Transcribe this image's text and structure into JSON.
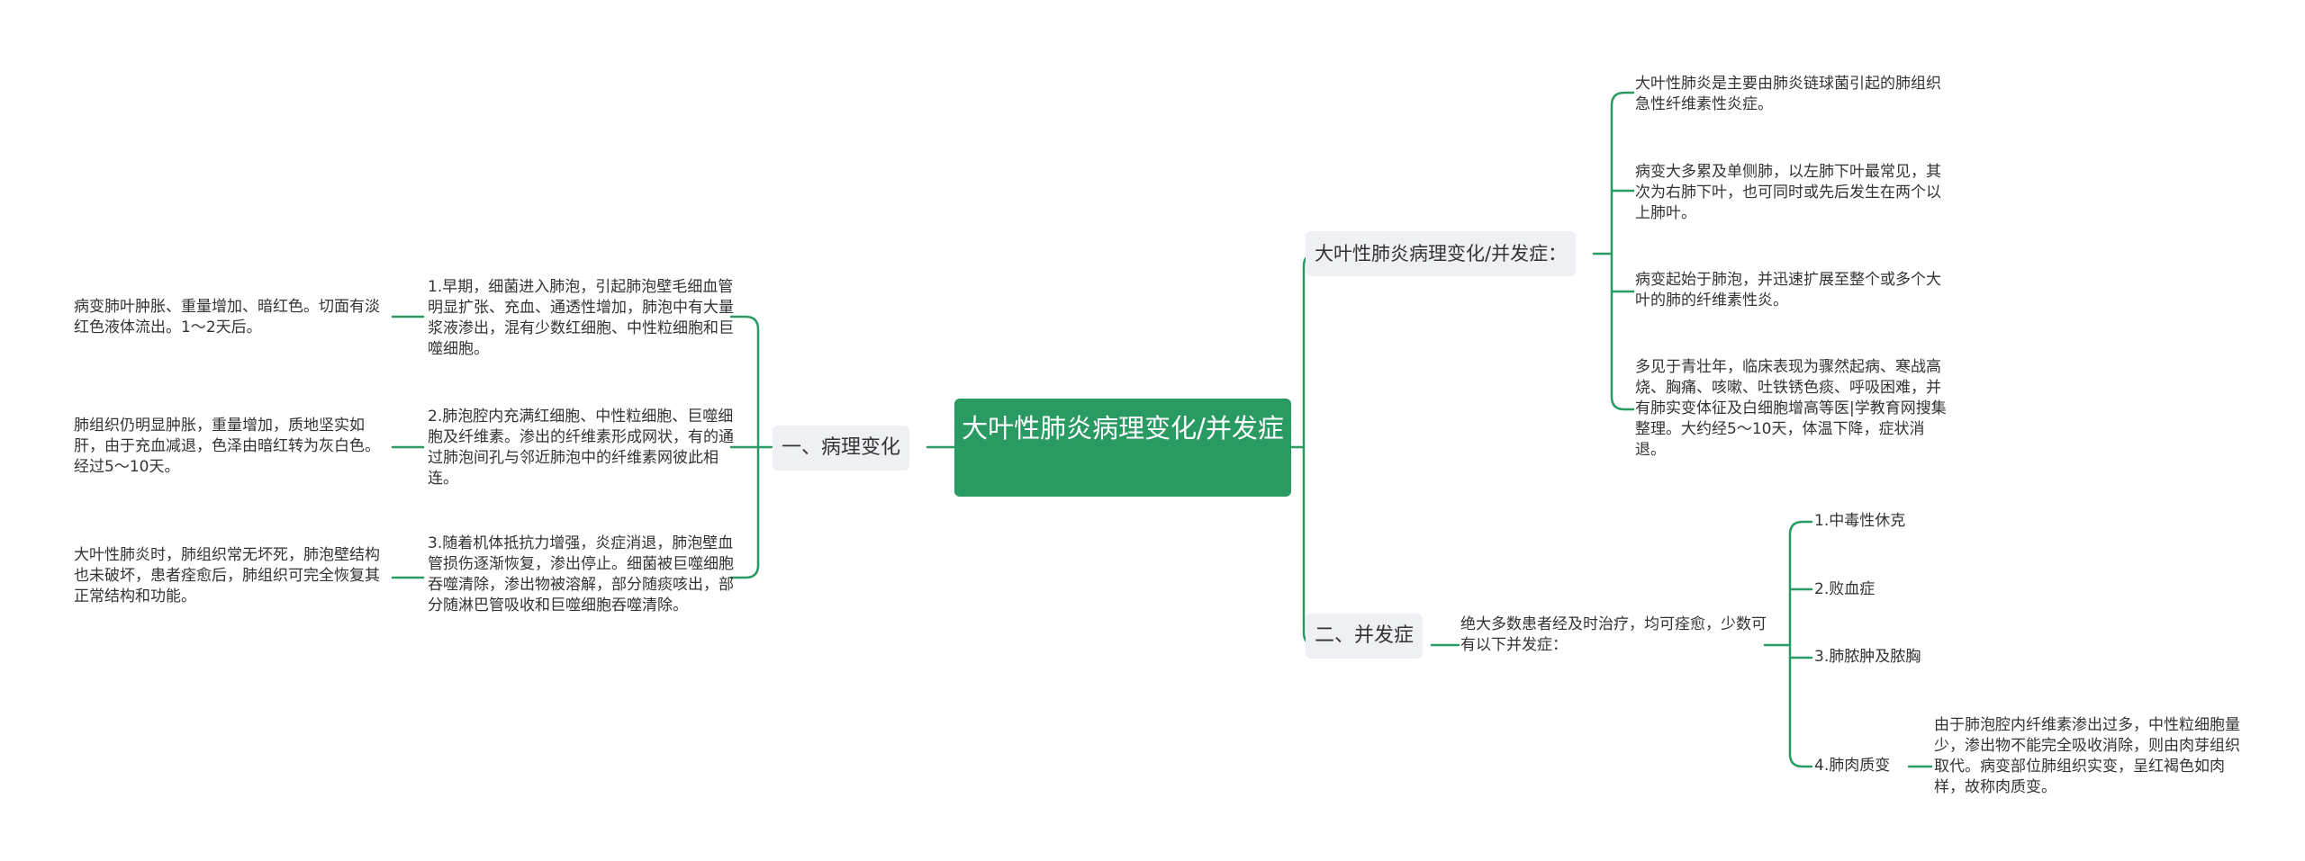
{
  "root": {
    "title": "大叶性肺炎病理变化/并发症"
  },
  "left_branch": {
    "label": "一、病理变化",
    "stages": [
      {
        "text": "1.早期，细菌进入肺泡，引起肺泡壁毛细血管明显扩张、充血、通透性增加，肺泡中有大量浆液渗出，混有少数红细胞、中性粒细胞和巨噬细胞。",
        "detail": "病变肺叶肿胀、重量增加、暗红色。切面有淡红色液体流出。1～2天后。"
      },
      {
        "text": "2.肺泡腔内充满红细胞、中性粒细胞、巨噬细胞及纤维素。渗出的纤维素形成网状，有的通过肺泡间孔与邻近肺泡中的纤维素网彼此相连。",
        "detail": "肺组织仍明显肿胀，重量增加，质地坚实如肝，由于充血减退，色泽由暗红转为灰白色。经过5～10天。"
      },
      {
        "text": "3.随着机体抵抗力增强，炎症消退，肺泡壁血管损伤逐渐恢复，渗出停止。细菌被巨噬细胞吞噬清除，渗出物被溶解，部分随痰咳出，部分随淋巴管吸收和巨噬细胞吞噬清除。",
        "detail": "大叶性肺炎时，肺组织常无坏死，肺泡壁结构也未破坏，患者痊愈后，肺组织可完全恢复其正常结构和功能。"
      }
    ]
  },
  "right_branch_1": {
    "label": "大叶性肺炎病理变化/并发症：",
    "items": [
      "大叶性肺炎是主要由肺炎链球菌引起的肺组织急性纤维素性炎症。",
      "病变大多累及单侧肺，以左肺下叶最常见，其次为右肺下叶，也可同时或先后发生在两个以上肺叶。",
      "病变起始于肺泡，并迅速扩展至整个或多个大叶的肺的纤维素性炎。",
      "多见于青壮年，临床表现为骤然起病、寒战高烧、胸痛、咳嗽、吐铁锈色痰、呼吸困难，并有肺实变体征及白细胞增高等医|学教育网搜集整理。大约经5～10天，体温下降，症状消退。"
    ]
  },
  "right_branch_2": {
    "label": "二、并发症",
    "intro": "绝大多数患者经及时治疗，均可痊愈，少数可有以下并发症：",
    "items": [
      {
        "label": "1.中毒性休克"
      },
      {
        "label": "2.败血症"
      },
      {
        "label": "3.肺脓肿及脓胸"
      },
      {
        "label": "4.肺肉质变",
        "detail": "由于肺泡腔内纤维素渗出过多，中性粒细胞量少，渗出物不能完全吸收消除，则由肉芽组织取代。病变部位肺组织实变，呈红褐色如肉样，故称肉质变。"
      }
    ]
  },
  "colors": {
    "root_bg": "#2a9a63",
    "line": "#2a9a63",
    "branch_bg": "#eef0f3",
    "text": "#333333"
  }
}
